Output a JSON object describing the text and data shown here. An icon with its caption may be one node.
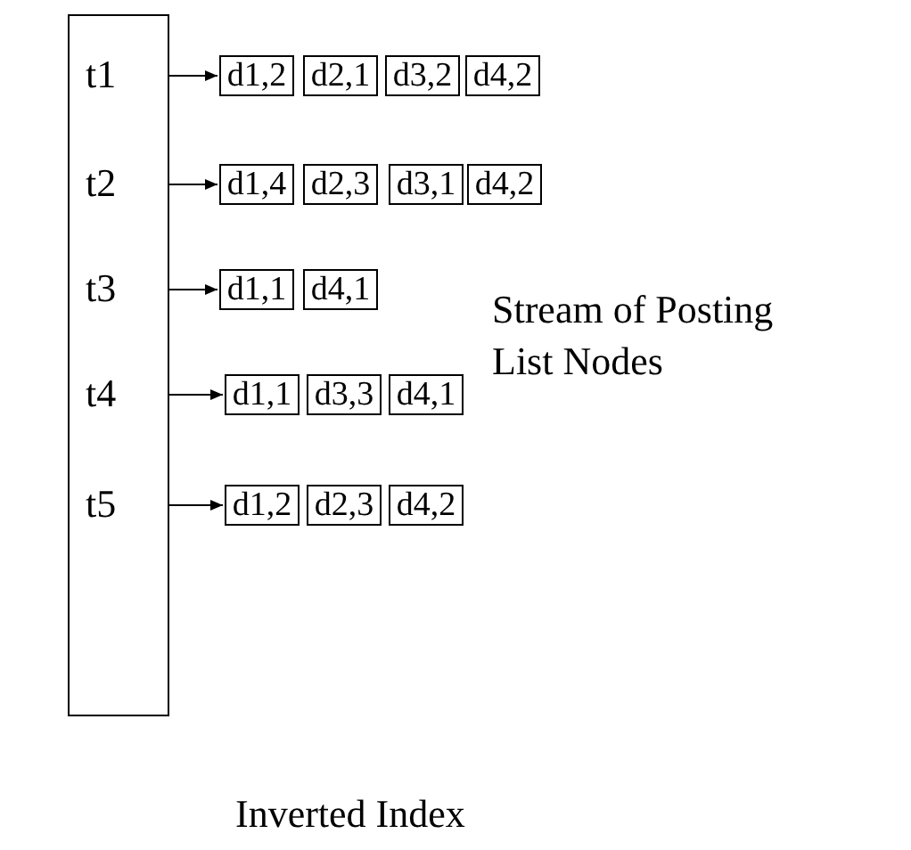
{
  "diagram": {
    "nodes": [
      {
        "text": [],
        "shape": "box",
        "beside": [
          "Inverted Index"
        ]
      },
      {
        "text": [
          "t1"
        ],
        "in": 0
      },
      {
        "text": [
          "t2"
        ],
        "in": 0
      },
      {
        "text": [
          "t3"
        ],
        "in": 0
      },
      {
        "text": [
          "t4"
        ],
        "in": 0
      },
      {
        "text": [
          "t5"
        ],
        "in": 0
      },
      {
        "text": [
          "d1,2"
        ]
      },
      {
        "text": [
          "d2,1"
        ]
      },
      {
        "text": [
          "d3,2"
        ]
      },
      {
        "text": [
          "d4,2"
        ]
      },
      {
        "text": [
          "d1,4"
        ]
      },
      {
        "text": [
          "d2,3"
        ]
      },
      {
        "text": [
          "d3,1"
        ]
      },
      {
        "text": [
          "d4,2"
        ]
      },
      {
        "text": [
          "d1,1"
        ]
      },
      {
        "text": [
          "d4,1"
        ]
      },
      {
        "text": [
          "d1,1"
        ]
      },
      {
        "text": [
          "d3,3"
        ]
      },
      {
        "text": [
          "d4,1"
        ]
      },
      {
        "text": [
          "d1,2"
        ]
      },
      {
        "text": [
          "d2,3"
        ]
      },
      {
        "text": [
          "d4,2"
        ]
      }
    ],
    "edges": [
      {
        "from": 1,
        "to": 6,
        "arrow": "to"
      },
      {
        "from": 2,
        "to": 10,
        "arrow": "to"
      },
      {
        "from": 3,
        "to": 14,
        "arrow": "to"
      },
      {
        "from": 4,
        "to": 16,
        "arrow": "to"
      },
      {
        "from": 5,
        "to": 19,
        "arrow": "to"
      }
    ],
    "labels": [
      "Stream of Posting List Nodes"
    ]
  }
}
